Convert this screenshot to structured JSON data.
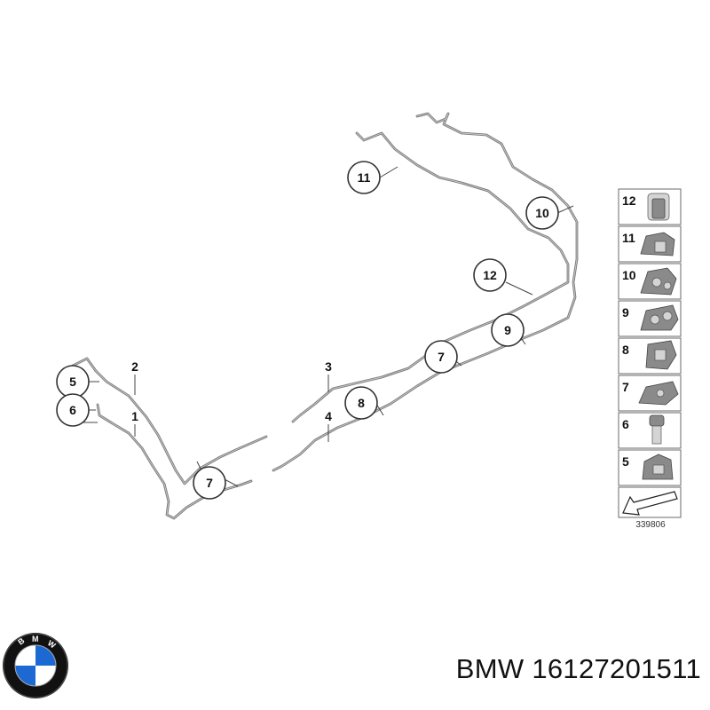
{
  "callouts": [
    {
      "label": "11"
    },
    {
      "label": "10"
    },
    {
      "label": "12"
    },
    {
      "label": "9"
    },
    {
      "label": "7"
    },
    {
      "label": "8"
    },
    {
      "label": "5"
    },
    {
      "label": "6"
    },
    {
      "label": "7"
    }
  ],
  "plain_numbers": [
    {
      "label": "2"
    },
    {
      "label": "1"
    },
    {
      "label": "3"
    },
    {
      "label": "4"
    }
  ],
  "legend": {
    "items": [
      {
        "label": "12"
      },
      {
        "label": "11"
      },
      {
        "label": "10"
      },
      {
        "label": "9"
      },
      {
        "label": "8"
      },
      {
        "label": "7"
      },
      {
        "label": "6"
      },
      {
        "label": "5"
      }
    ],
    "drawing_number": "339806"
  },
  "logo": {
    "text": "BMW",
    "colors": {
      "blue": "#1c69d4",
      "black": "#111111",
      "white": "#ffffff"
    }
  },
  "part_number": "BMW 16127201511"
}
